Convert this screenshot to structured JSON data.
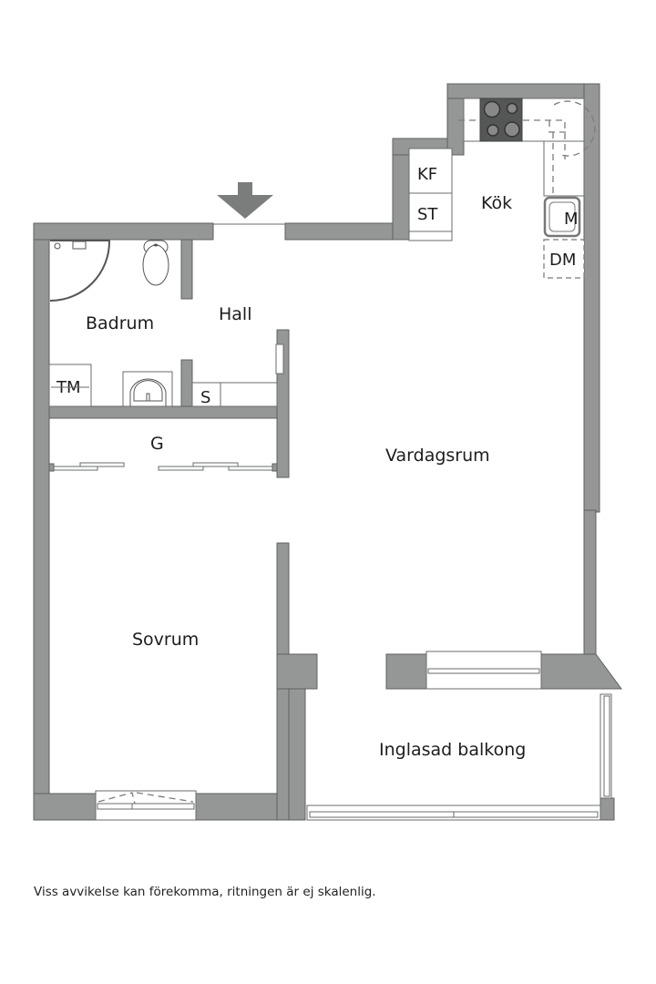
{
  "floorplan": {
    "rooms": [
      {
        "id": "kok",
        "label": "Kök"
      },
      {
        "id": "hall",
        "label": "Hall"
      },
      {
        "id": "badrum",
        "label": "Badrum"
      },
      {
        "id": "vardagsrum",
        "label": "Vardagsrum"
      },
      {
        "id": "sovrum",
        "label": "Sovrum"
      },
      {
        "id": "balkong",
        "label": "Inglasad balkong"
      },
      {
        "id": "garderob",
        "label": "G"
      }
    ],
    "fixtures": {
      "kf": "KF",
      "st": "ST",
      "dm": "DM",
      "m": "M",
      "tm": "TM",
      "s": "S"
    },
    "icons": {
      "entrance": "arrow-down-icon",
      "stove": "stove-icon",
      "sink": "sink-icon",
      "toilet": "toilet-icon",
      "shower": "shower-icon",
      "washbasin": "washbasin-icon"
    },
    "colors": {
      "wall": "#959797",
      "wall_outline": "#5f6161",
      "stove": "#555757",
      "background": "#ffffff"
    }
  },
  "footer": {
    "disclaimer": "Viss avvikelse kan förekomma, ritningen är ej skalenlig."
  }
}
